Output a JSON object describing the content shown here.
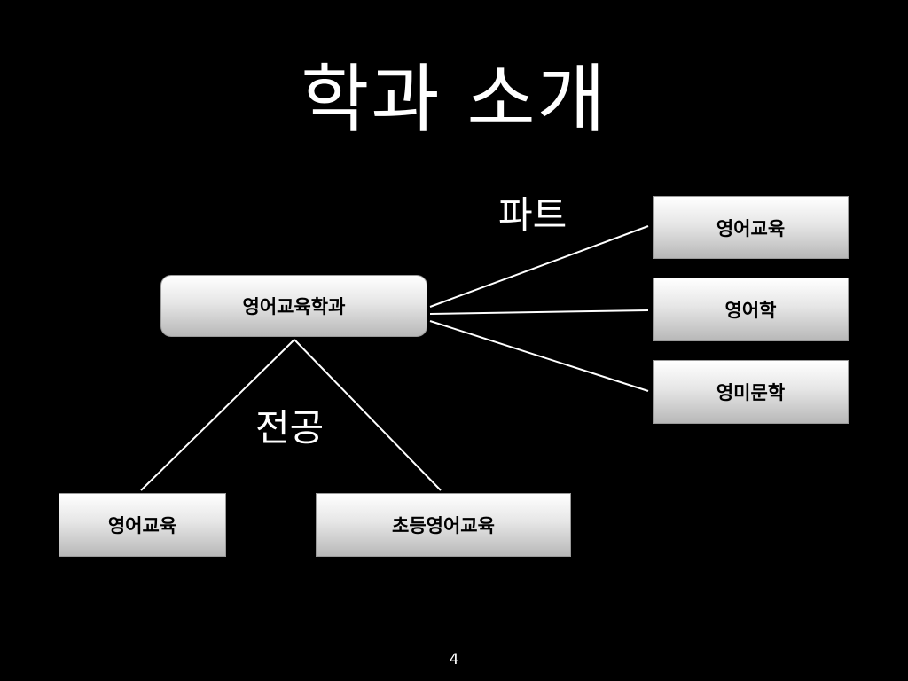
{
  "slide": {
    "title": "학과 소개",
    "page_number": "4"
  },
  "diagram": {
    "root": "영어교육학과",
    "part_label": "파트",
    "parts": [
      "영어교육",
      "영어학",
      "영미문학"
    ],
    "major_label": "전공",
    "majors": [
      "영어교육",
      "초등영어교육"
    ]
  },
  "colors": {
    "background": "#000000",
    "text": "#ffffff",
    "box_text": "#000000",
    "line": "#ffffff"
  }
}
